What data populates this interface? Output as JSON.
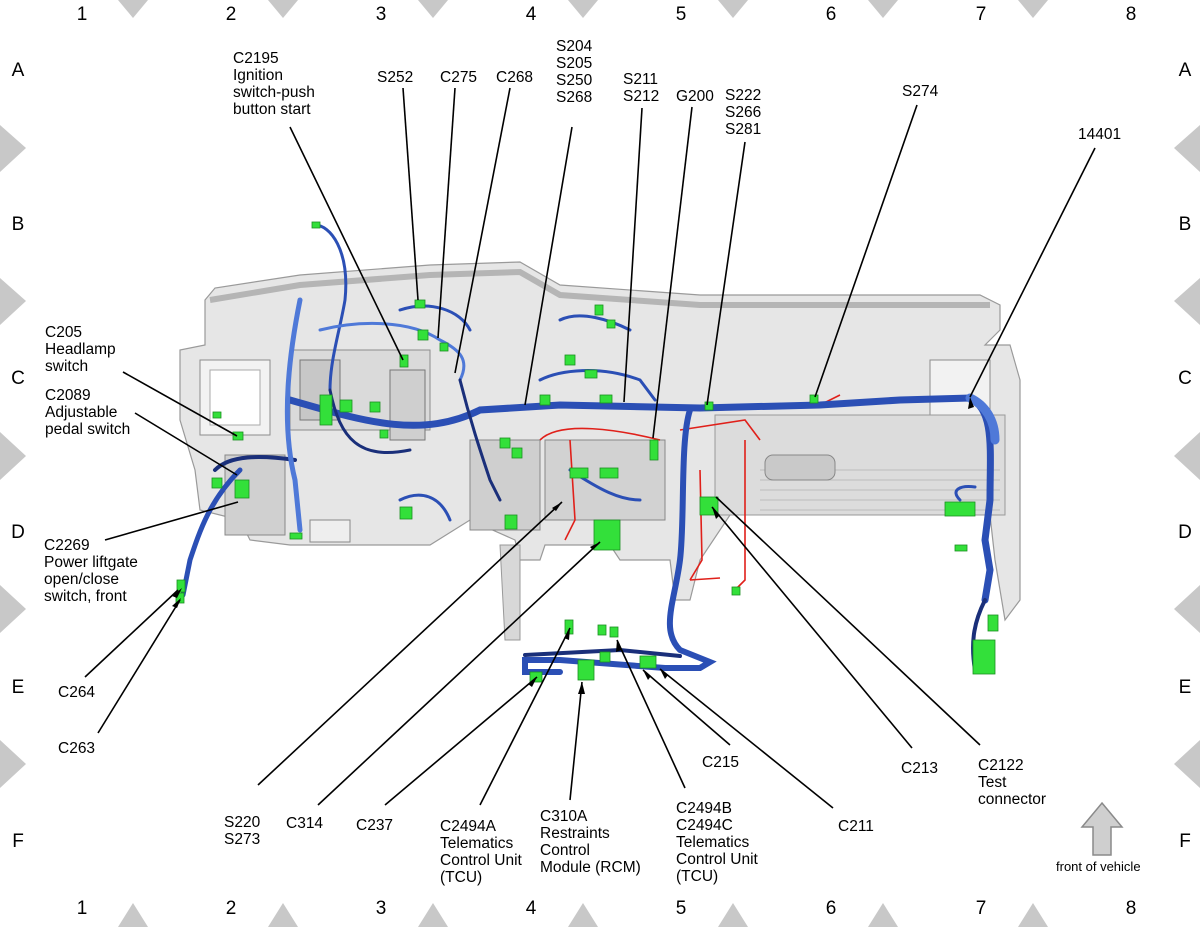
{
  "grid": {
    "columns": [
      "1",
      "2",
      "3",
      "4",
      "5",
      "6",
      "7",
      "8"
    ],
    "rows": [
      "A",
      "B",
      "C",
      "D",
      "E",
      "F"
    ]
  },
  "labels": {
    "c2195": "C2195\nIgnition\nswitch-push\nbutton start",
    "s252": "S252",
    "c275": "C275",
    "c268": "C268",
    "s204_group": "S204\nS205\nS250\nS268",
    "s211_group": "S211\nS212",
    "g200": "G200",
    "s222_group": "S222\nS266\nS281",
    "s274": "S274",
    "p14401": "14401",
    "c205": "C205\nHeadlamp\nswitch",
    "c2089": "C2089\nAdjustable\npedal switch",
    "c2269": "C2269\nPower liftgate\nopen/close\nswitch, front",
    "c264": "C264",
    "c263": "C263",
    "s220_group": "S220\nS273",
    "c314": "C314",
    "c237": "C237",
    "c2494a": "C2494A\nTelematics\nControl Unit\n(TCU)",
    "c310a": "C310A\nRestraints\nControl\nModule (RCM)",
    "c2494bc": "C2494B\nC2494C\nTelematics\nControl Unit\n(TCU)",
    "c215": "C215",
    "c211": "C211",
    "c213": "C213",
    "c2122": "C2122\nTest\nconnector"
  },
  "front_of_vehicle": "front of vehicle",
  "colors": {
    "harness": "#2b4fb5",
    "harness_dark": "#1a2f7a",
    "connector": "#33e03a",
    "red_wire": "#e0201a",
    "panel": "#d4d4d4",
    "border_triangle": "#c8c8c8"
  }
}
